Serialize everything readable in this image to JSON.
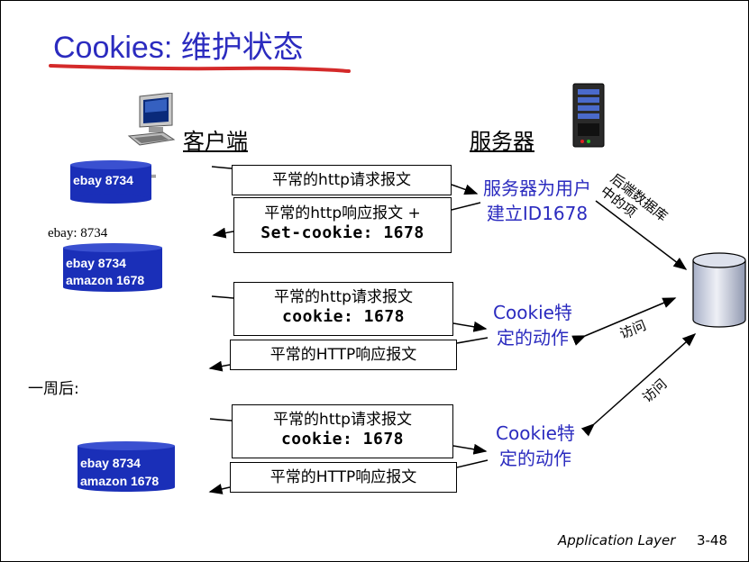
{
  "title": "Cookies: 维护状态",
  "client": {
    "label": "客户端"
  },
  "server": {
    "label": "服务器"
  },
  "messages": {
    "req1": "平常的http请求报文",
    "resp1_line1": "平常的http响应报文 +",
    "resp1_line2": "Set-cookie: 1678",
    "req2_line1": "平常的http请求报文",
    "req2_line2": "cookie: 1678",
    "resp2": "平常的HTTP响应报文",
    "req3_line1": "平常的http请求报文",
    "req3_line2": "cookie: 1678",
    "resp3": "平常的HTTP响应报文"
  },
  "server_notes": {
    "create_id_line1": "服务器为用户",
    "create_id_line2": "建立ID1678",
    "action1_line1": "Cookie特",
    "action1_line2": "定的动作",
    "action2_line1": "Cookie特",
    "action2_line2": "定的动作"
  },
  "backend": {
    "label_line1": "后端数据库",
    "label_line2": "中的项",
    "access1": "访问",
    "access2": "访问"
  },
  "cookie_files": {
    "file1": [
      "ebay 8734"
    ],
    "file2": [
      "ebay 8734",
      "amazon 1678"
    ],
    "file3": [
      "ebay 8734",
      "amazon 1678"
    ]
  },
  "ebay_note": "ebay: 8734",
  "one_week_later": "一周后:",
  "footer": {
    "layer": "Application Layer",
    "page": "3-48"
  },
  "colors": {
    "title_blue": "#2b2bbf",
    "underline_red": "#d42a2a",
    "db_blue": "#1a2fb8"
  }
}
